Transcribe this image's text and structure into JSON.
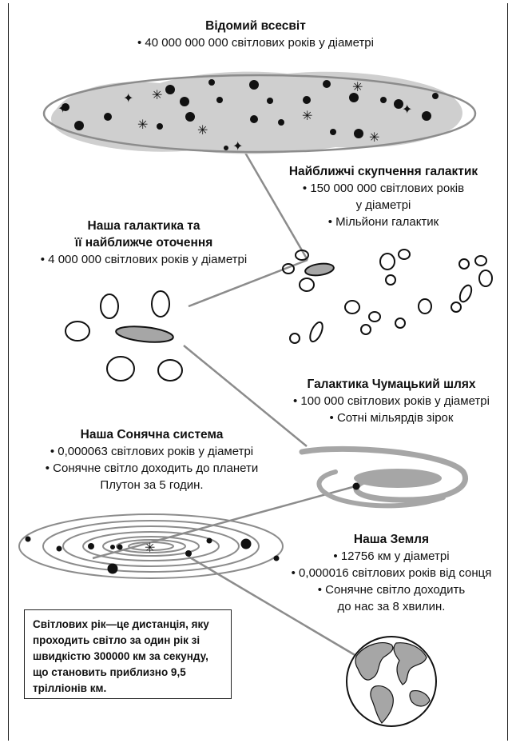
{
  "universe": {
    "title": "Відомий всесвіт",
    "lines": [
      "• 40 000 000 000 світлових років у діаметрі"
    ]
  },
  "clusters": {
    "title": "Найближчі скупчення галактик",
    "lines": [
      "• 150 000 000 світлових років",
      "у діаметрі",
      "• Мільйони галактик"
    ]
  },
  "local_group": {
    "title_lines": [
      "Наша галактика та",
      "її найближче оточення"
    ],
    "lines": [
      "• 4 000 000 світлових років у діаметрі"
    ]
  },
  "milky_way": {
    "title": "Галактика Чумацький шлях",
    "lines": [
      "• 100 000 світлових років у діаметрі",
      "• Сотні мільярдів зірок"
    ]
  },
  "solar_system": {
    "title": "Наша Сонячна система",
    "lines": [
      "• 0,000063 світлових років у діаметрі",
      "• Сонячне світло доходить до планети",
      "Плутон за 5 годин."
    ]
  },
  "earth": {
    "title": "Наша Земля",
    "lines": [
      "• 12756 км у діаметрі",
      "• 0,000016 світлових років від сонця",
      "• Сонячне світло доходить",
      "до нас за 8 хвилин."
    ]
  },
  "note": {
    "lines": [
      "Світлових рік—це дистанція, яку",
      "проходить світло за один рік зі",
      "швидкістю 300000 км за секунду,",
      "що становить приблизно 9,5",
      "трілліонів км."
    ]
  },
  "colors": {
    "ink": "#111111",
    "gray": "#a6a6a6",
    "light_gray": "#cfcfcf"
  }
}
